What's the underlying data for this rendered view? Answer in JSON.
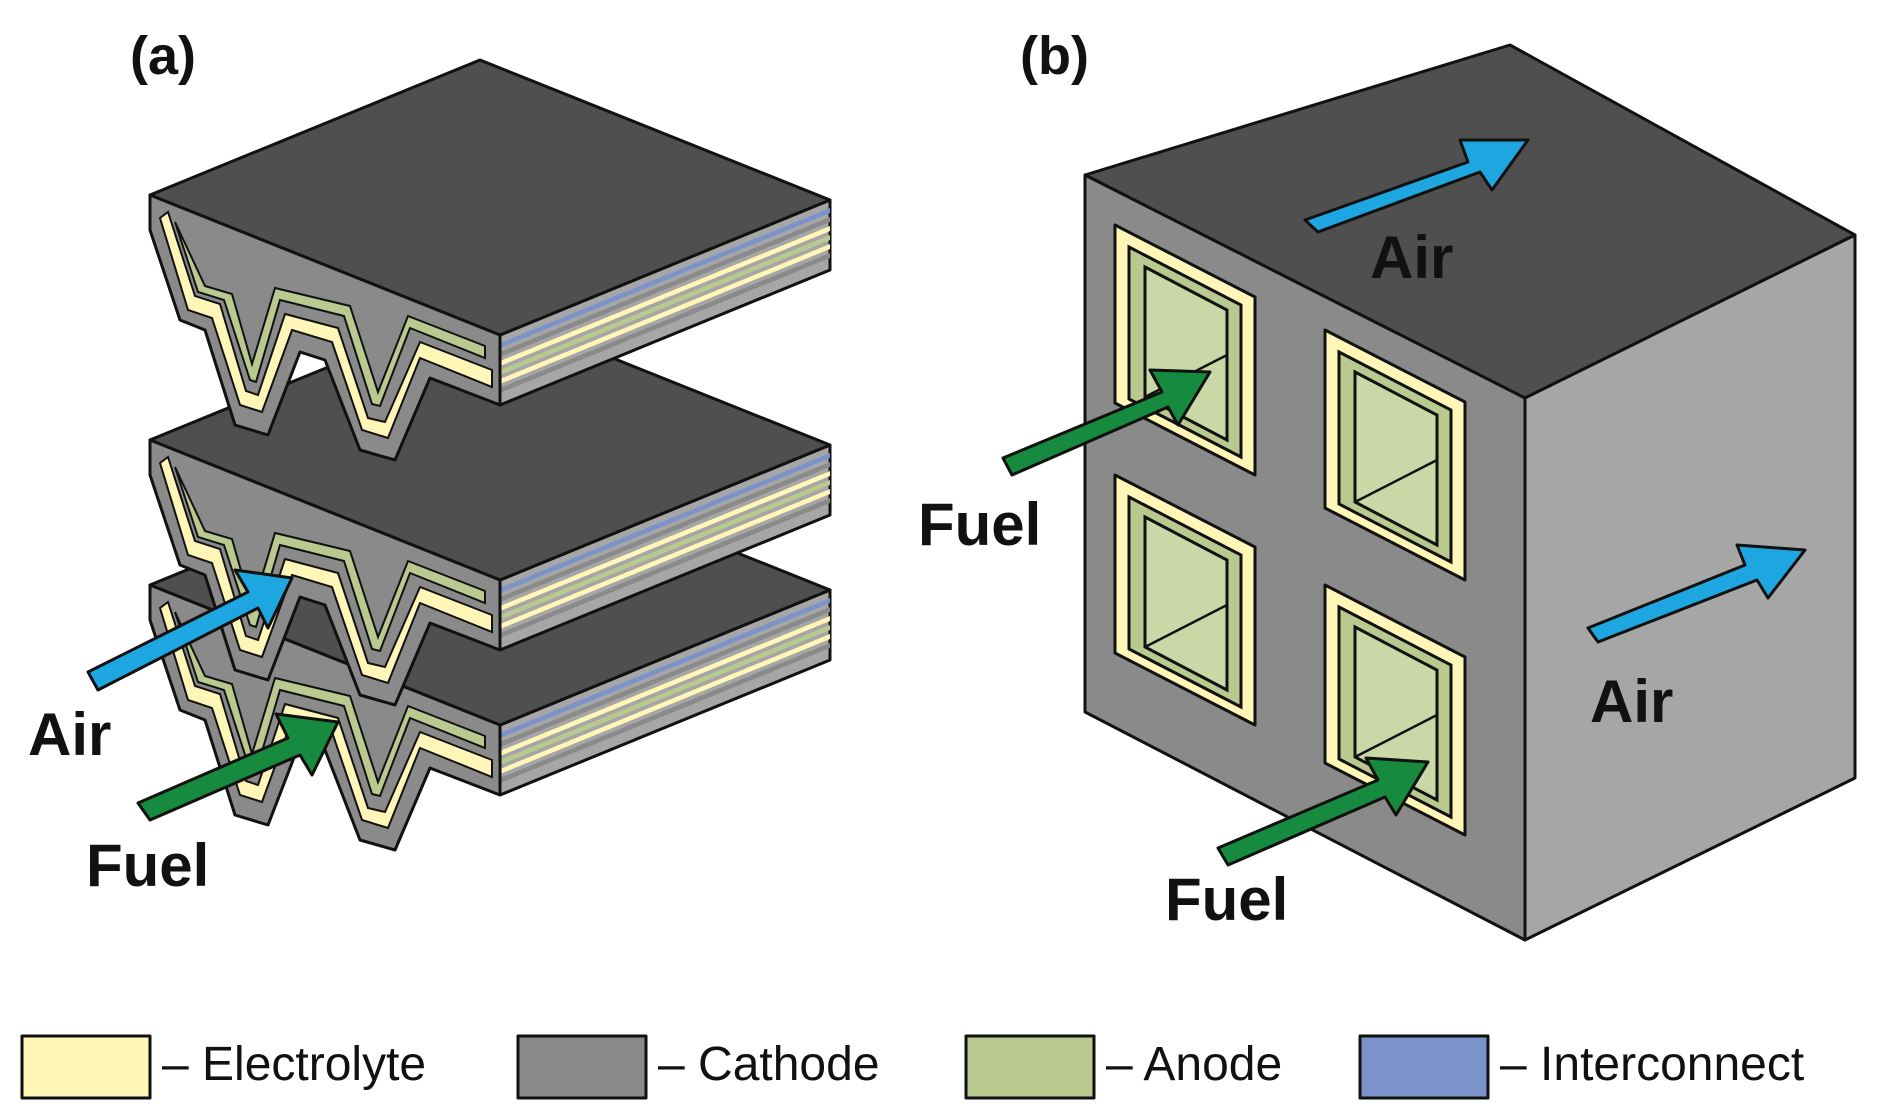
{
  "colors": {
    "electrolyte": "#FFF6B8",
    "cathode": "#8A8A8A",
    "cathode_top": "#4F4F4F",
    "cathode_side": "#A6A6A6",
    "anode": "#B9C98F",
    "anode_light": "#CAD7A6",
    "interconnect": "#7B93C9",
    "air_arrow": "#1EA6E0",
    "fuel_arrow": "#168A3E"
  },
  "panels": [
    {
      "label": "(a)",
      "arrows": [
        {
          "label": "Air",
          "icon": "air-arrow-icon"
        },
        {
          "label": "Fuel",
          "icon": "fuel-arrow-icon"
        }
      ]
    },
    {
      "label": "(b)",
      "arrows": [
        {
          "label": "Air",
          "icon": "air-arrow-icon"
        },
        {
          "label": "Air",
          "icon": "air-arrow-icon"
        },
        {
          "label": "Fuel",
          "icon": "fuel-arrow-icon"
        },
        {
          "label": "Fuel",
          "icon": "fuel-arrow-icon"
        }
      ]
    }
  ],
  "legend": [
    {
      "label": "– Electrolyte",
      "swatch": "electrolyte"
    },
    {
      "label": "– Cathode",
      "swatch": "cathode"
    },
    {
      "label": "– Anode",
      "swatch": "anode"
    },
    {
      "label": "– Interconnect",
      "swatch": "interconnect"
    }
  ]
}
